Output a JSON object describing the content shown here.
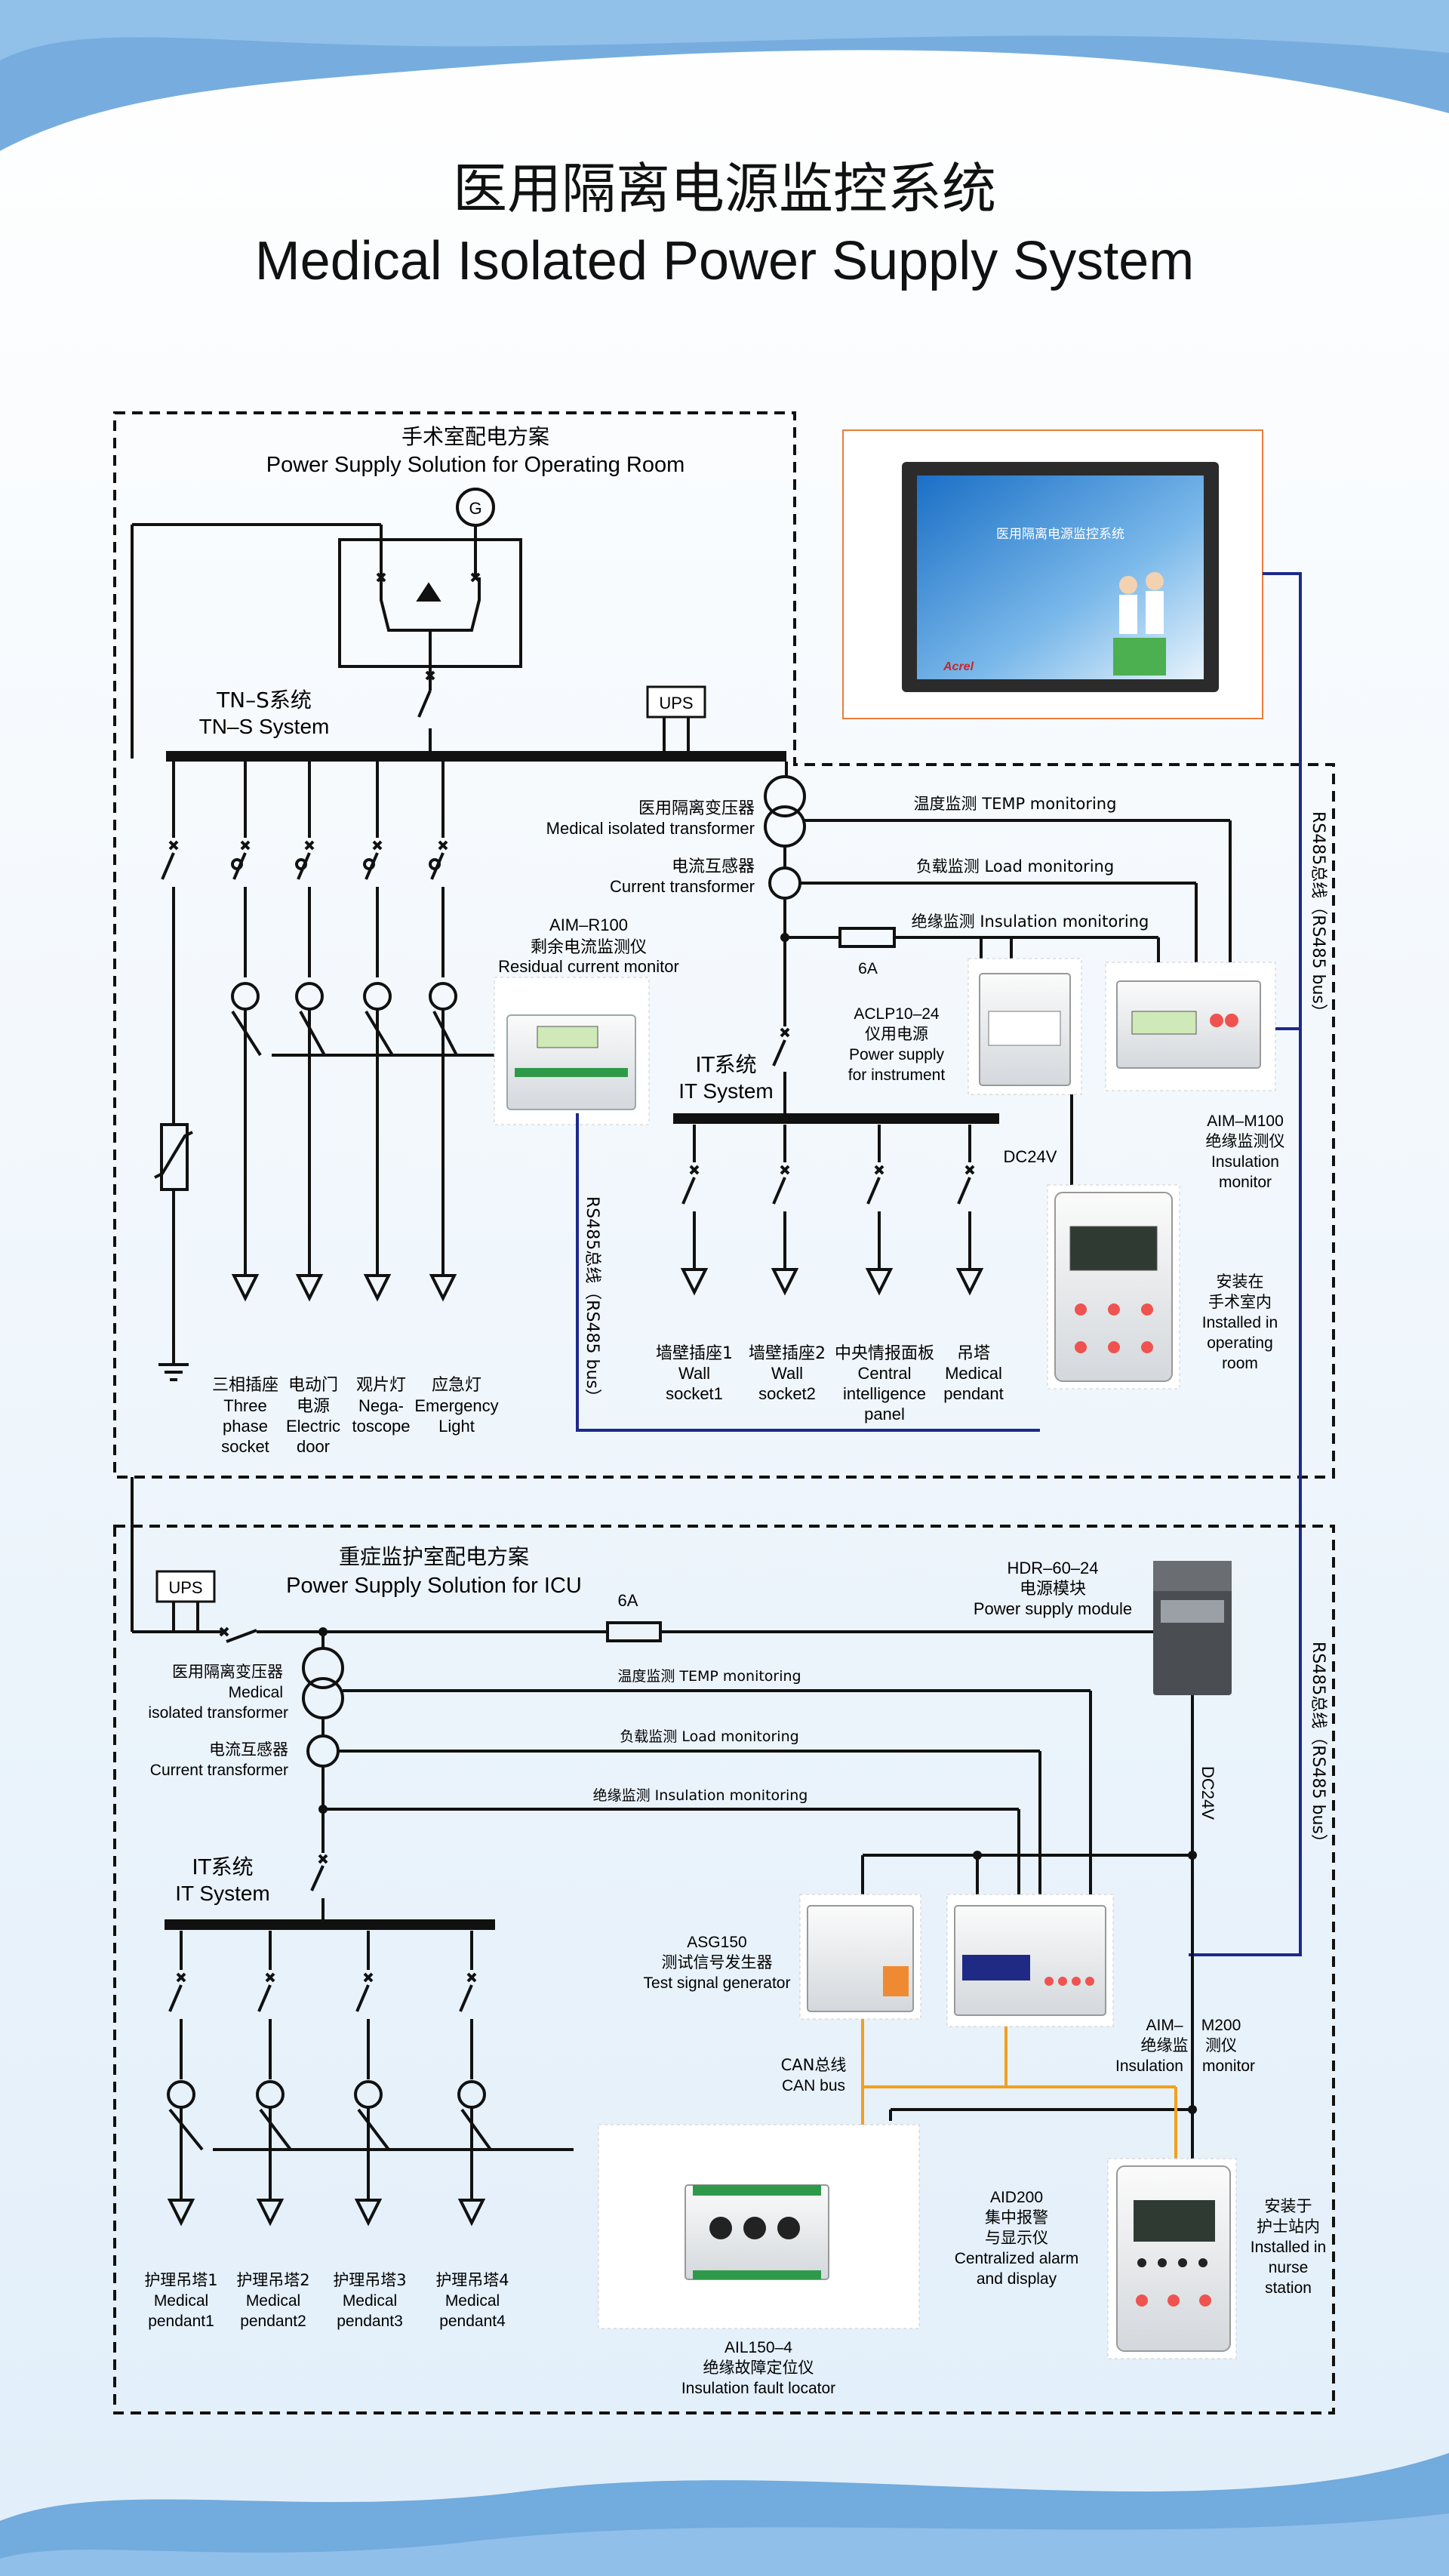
{
  "title": {
    "cn": "医用隔离电源监控系统",
    "en": "Medical Isolated Power Supply System"
  },
  "monitor_screen": {
    "title": "医用隔离电源监控系统",
    "brand": "Acrel"
  },
  "or_section": {
    "title_cn": "手术室配电方案",
    "title_en": "Power Supply Solution for Operating Room",
    "generator": "G",
    "ups": "UPS",
    "tns_cn": "TN–S系统",
    "tns_en": "TN–S System",
    "transformer_cn": "医用隔离变压器",
    "transformer_en": "Medical isolated transformer",
    "ct_cn": "电流互感器",
    "ct_en": "Current transformer",
    "aimr100": {
      "model": "AIM–R100",
      "cn": "剩余电流监测仪",
      "en": "Residual current monitor"
    },
    "it_cn": "IT系统",
    "it_en": "IT System",
    "fuse": "6A",
    "temp": "温度监测 TEMP monitoring",
    "load": "负载监测 Load monitoring",
    "insul": "绝缘监测 Insulation monitoring",
    "aclp": {
      "model": "ACLP10–24",
      "cn": "仪用电源",
      "en1": "Power supply",
      "en2": "for instrument"
    },
    "aimm100": {
      "model": "AIM–M100",
      "cn": "绝缘监测仪",
      "en1": "Insulation",
      "en2": "monitor"
    },
    "dc24": "DC24V",
    "rs485_inner": "RS485总线（RS485 bus）",
    "rs485_outer": "RS485总线（RS485 bus）",
    "installed": [
      "安装在",
      "手术室内",
      "Installed in",
      "operating",
      "room"
    ],
    "tn_loads": [
      [
        "三相插座",
        "Three",
        "phase",
        "socket"
      ],
      [
        "电动门",
        "电源",
        "Electric",
        "door"
      ],
      [
        "观片灯",
        "Nega-",
        "toscope"
      ],
      [
        "应急灯",
        "Emergency",
        "Light"
      ]
    ],
    "it_loads": [
      [
        "墙壁插座1",
        "Wall",
        "socket1"
      ],
      [
        "墙壁插座2",
        "Wall",
        "socket2"
      ],
      [
        "中央情报面板",
        "Central",
        "intelligence",
        "panel"
      ],
      [
        "吊塔",
        "Medical",
        "pendant"
      ]
    ]
  },
  "icu_section": {
    "title_cn": "重症监护室配电方案",
    "title_en": "Power Supply Solution for ICU",
    "ups": "UPS",
    "fuse": "6A",
    "transformer": [
      "医用隔离变压器",
      "Medical",
      "isolated transformer"
    ],
    "ct_cn": "电流互感器",
    "ct_en": "Current transformer",
    "temp": "温度监测 TEMP monitoring",
    "load": "负载监测 Load monitoring",
    "insul": "绝缘监测 Insulation monitoring",
    "it_cn": "IT系统",
    "it_en": "IT System",
    "hdr": {
      "model": "HDR–60–24",
      "cn": "电源模块",
      "en": "Power supply module"
    },
    "dc24": "DC24V",
    "rs485": "RS485总线（RS485 bus）",
    "asg": {
      "model": "ASG150",
      "cn": "测试信号发生器",
      "en": "Test signal generator"
    },
    "aimm200": {
      "model1": "AIM–",
      "model2": "M200",
      "cn1": "绝缘监",
      "cn2": "测仪",
      "en1": "Insulation",
      "en2": "monitor"
    },
    "can": [
      "CAN总线",
      "CAN bus"
    ],
    "aid": [
      "AID200",
      "集中报警",
      "与显示仪",
      "Centralized alarm",
      "and display"
    ],
    "ail": [
      "AIL150–4",
      "绝缘故障定位仪",
      "Insulation fault locator"
    ],
    "installed": [
      "安装于",
      "护士站内",
      "Installed in",
      "nurse",
      "station"
    ],
    "loads": [
      [
        "护理吊塔1",
        "Medical",
        "pendant1"
      ],
      [
        "护理吊塔2",
        "Medical",
        "pendant2"
      ],
      [
        "护理吊塔3",
        "Medical",
        "pendant3"
      ],
      [
        "护理吊塔4",
        "Medical",
        "pendant4"
      ]
    ]
  },
  "colors": {
    "line": "#111111",
    "rs485": "#1c2a8c",
    "can": "#f0a020",
    "bg": "#e9f3fb",
    "wave": "#5e9fd8"
  }
}
